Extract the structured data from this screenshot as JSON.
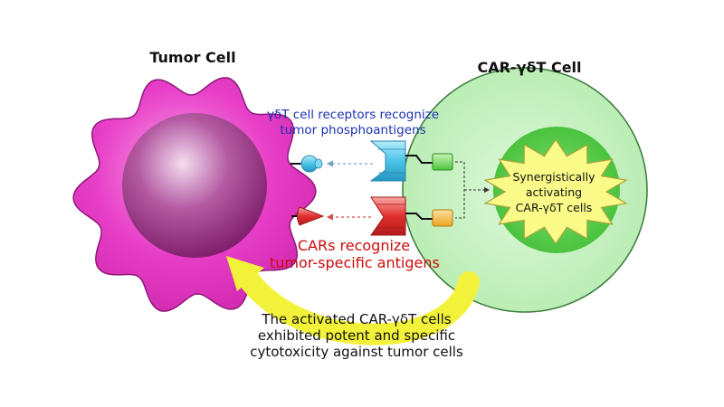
{
  "labels": {
    "tumor_cell": "Tumor Cell",
    "car_cell": "CAR-γδT Cell",
    "gd_receptor_line1": "γδT cell receptors recognize",
    "gd_receptor_line2": "tumor phosphoantigens",
    "car_line1": "CARs recognize",
    "car_line2": "tumor-specific antigens",
    "synergy_line1": "Synergistically",
    "synergy_line2": "activating",
    "synergy_line3": "CAR-γδT cells",
    "outcome_line1": "The activated CAR-γδT cells",
    "outcome_line2": "exhibited potent and specific",
    "outcome_line3": "cytotoxicity against tumor cells"
  },
  "colors": {
    "tumor_body": "#e83fc8",
    "tumor_nucleus": "#8a1f74",
    "car_cell_fill": "#c8f2c4",
    "car_nucleus": "#5ccf4e",
    "star_fill": "#fafa88",
    "gd_receptor": "#4cc4e8",
    "car_receptor": "#e0302f",
    "arrow_yellow": "#f2f23a",
    "blue_text": "#1a2fb3",
    "red_text": "#cc0a0a"
  }
}
